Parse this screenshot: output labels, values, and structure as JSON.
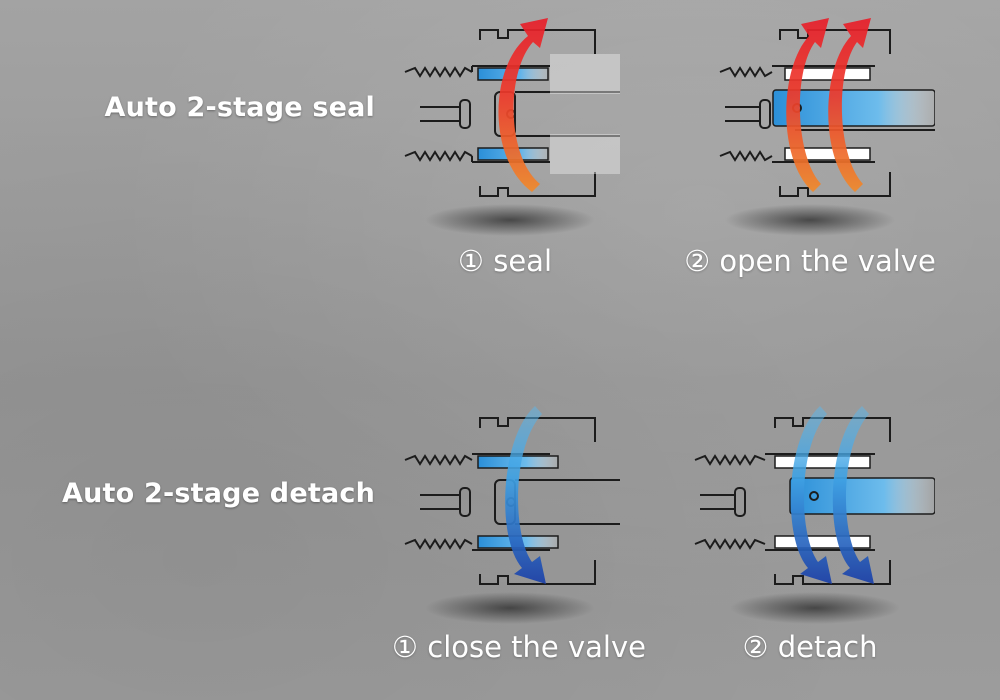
{
  "rows": {
    "seal": {
      "title": "Auto 2-stage seal",
      "steps": [
        {
          "caption": "① seal"
        },
        {
          "caption": "② open the valve"
        }
      ]
    },
    "detach": {
      "title": "Auto 2-stage detach",
      "steps": [
        {
          "caption": "① close the valve"
        },
        {
          "caption": "② detach"
        }
      ]
    }
  },
  "colors": {
    "seal_arrow_top": "#e8202a",
    "seal_arrow_bottom": "#f07a2a",
    "detach_arrow_top": "#3fa9e8",
    "detach_arrow_bottom": "#1a3fa8",
    "seal_ring": "#2b8fd8",
    "outline": "#1c1c1c",
    "label_text": "#ffffff"
  },
  "icons": [
    "coupler-cross-section",
    "flow-arrow-up",
    "flow-arrow-down"
  ]
}
